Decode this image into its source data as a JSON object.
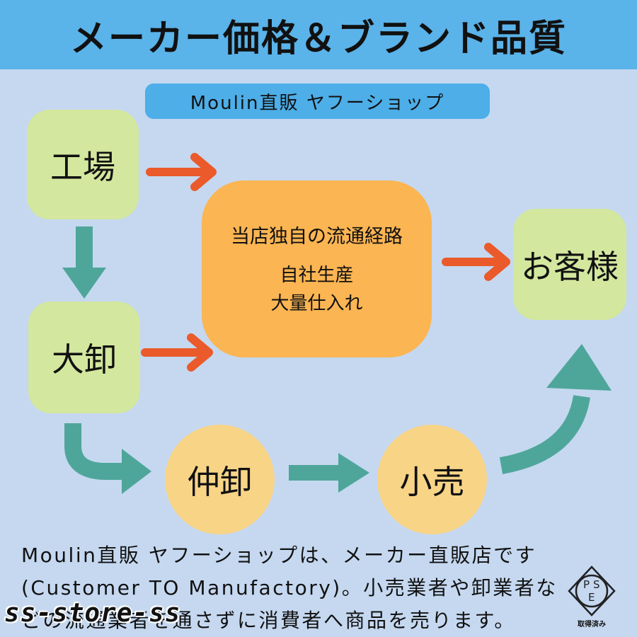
{
  "header": {
    "title": "メーカー価格＆ブランド品質"
  },
  "shop_label": "Moulin直販 ヤフーショップ",
  "nodes": {
    "factory": "工場",
    "wholesale_large": "大卸",
    "wholesale_mid": "仲卸",
    "retail": "小売",
    "customer": "お客様"
  },
  "center": {
    "route": "当店独自の流通経路",
    "line1": "自社生産",
    "line2": "大量仕入れ"
  },
  "description": {
    "line1": "Moulin直販 ヤフーショップは、メーカー直販店です",
    "line2": "(Customer TO Manufactory)。小売業者や卸業者な",
    "line3": "どの流通業者を通さずに消費者へ商品を売ります。"
  },
  "watermark": "ss-store-ss",
  "pse_mark": {
    "letters": "PSE",
    "caption": "取得済み"
  },
  "colors": {
    "header_bg": "#5ab3e9",
    "background": "#c5d8f0",
    "green_node": "#d3e79e",
    "orange_node": "#fbb552",
    "circle_node": "#f8d487",
    "orange_arrow": "#ea5a2a",
    "teal_arrow": "#4ea69a"
  }
}
